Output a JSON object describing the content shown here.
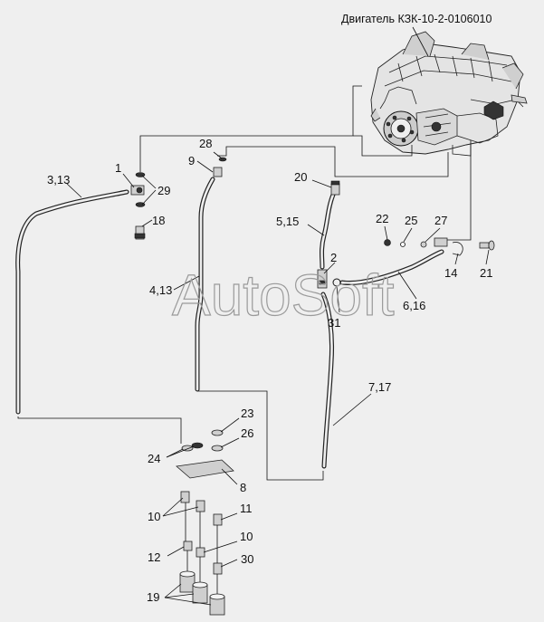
{
  "title": "Двигатель КЗК-10-2-0106010",
  "watermark": "AutoSoft",
  "labels": {
    "l1": "1",
    "l2": "2",
    "l3_13": "3,13",
    "l4_13": "4,13",
    "l5_15": "5,15",
    "l6_16": "6,16",
    "l7_17": "7,17",
    "l8": "8",
    "l9": "9",
    "l10a": "10",
    "l10b": "10",
    "l11": "11",
    "l12": "12",
    "l14": "14",
    "l18": "18",
    "l19": "19",
    "l20": "20",
    "l21": "21",
    "l22": "22",
    "l23": "23",
    "l24": "24",
    "l25": "25",
    "l26": "26",
    "l27": "27",
    "l28": "28",
    "l29": "29",
    "l30": "30",
    "l31": "31"
  }
}
